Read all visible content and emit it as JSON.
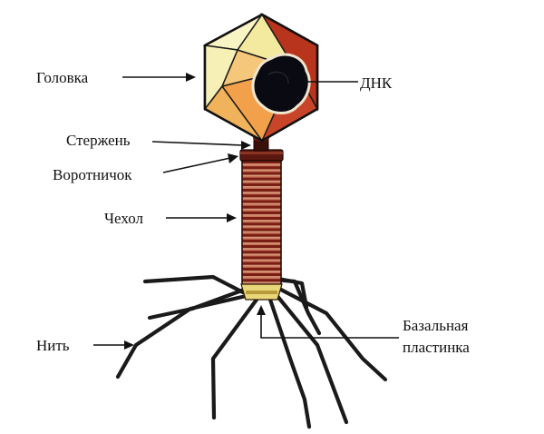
{
  "labels": {
    "head": "Головка",
    "dna": "ДНК",
    "rod": "Стержень",
    "collar": "Воротничок",
    "sheath": "Чехол",
    "fiber": "Нить",
    "baseplate_line1": "Базальная",
    "baseplate_line2": "пластинка"
  },
  "colors": {
    "capsid_light": "#f6f0b0",
    "capsid_orange": "#f0b25a",
    "capsid_red": "#b8341c",
    "sheath_band_dark": "#7a1e14",
    "sheath_band_light": "#d59a7c",
    "baseplate": "#e8d87a",
    "dna": "#0a0a12"
  }
}
